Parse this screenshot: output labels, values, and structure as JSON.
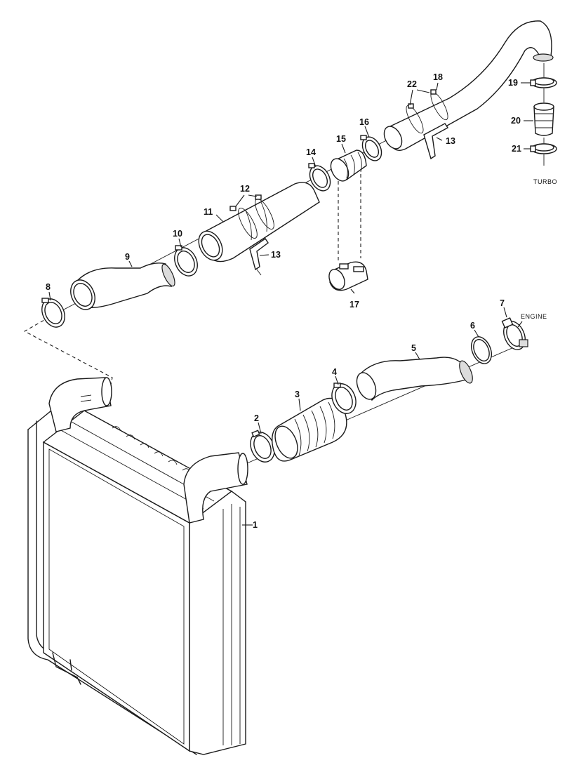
{
  "diagram": {
    "callouts": [
      {
        "id": "c1",
        "label": "1"
      },
      {
        "id": "c2",
        "label": "2"
      },
      {
        "id": "c3",
        "label": "3"
      },
      {
        "id": "c4",
        "label": "4"
      },
      {
        "id": "c5",
        "label": "5"
      },
      {
        "id": "c6",
        "label": "6"
      },
      {
        "id": "c7",
        "label": "7"
      },
      {
        "id": "c8",
        "label": "8"
      },
      {
        "id": "c9",
        "label": "9"
      },
      {
        "id": "c10",
        "label": "10"
      },
      {
        "id": "c11",
        "label": "11"
      },
      {
        "id": "c12",
        "label": "12"
      },
      {
        "id": "c13a",
        "label": "13"
      },
      {
        "id": "c13b",
        "label": "13"
      },
      {
        "id": "c14",
        "label": "14"
      },
      {
        "id": "c15",
        "label": "15"
      },
      {
        "id": "c16",
        "label": "16"
      },
      {
        "id": "c17",
        "label": "17"
      },
      {
        "id": "c18",
        "label": "18"
      },
      {
        "id": "c19",
        "label": "19"
      },
      {
        "id": "c20",
        "label": "20"
      },
      {
        "id": "c21",
        "label": "21"
      },
      {
        "id": "c22",
        "label": "22"
      }
    ],
    "labels": {
      "engine": "ENGINE",
      "turbo": "TURBO"
    }
  }
}
